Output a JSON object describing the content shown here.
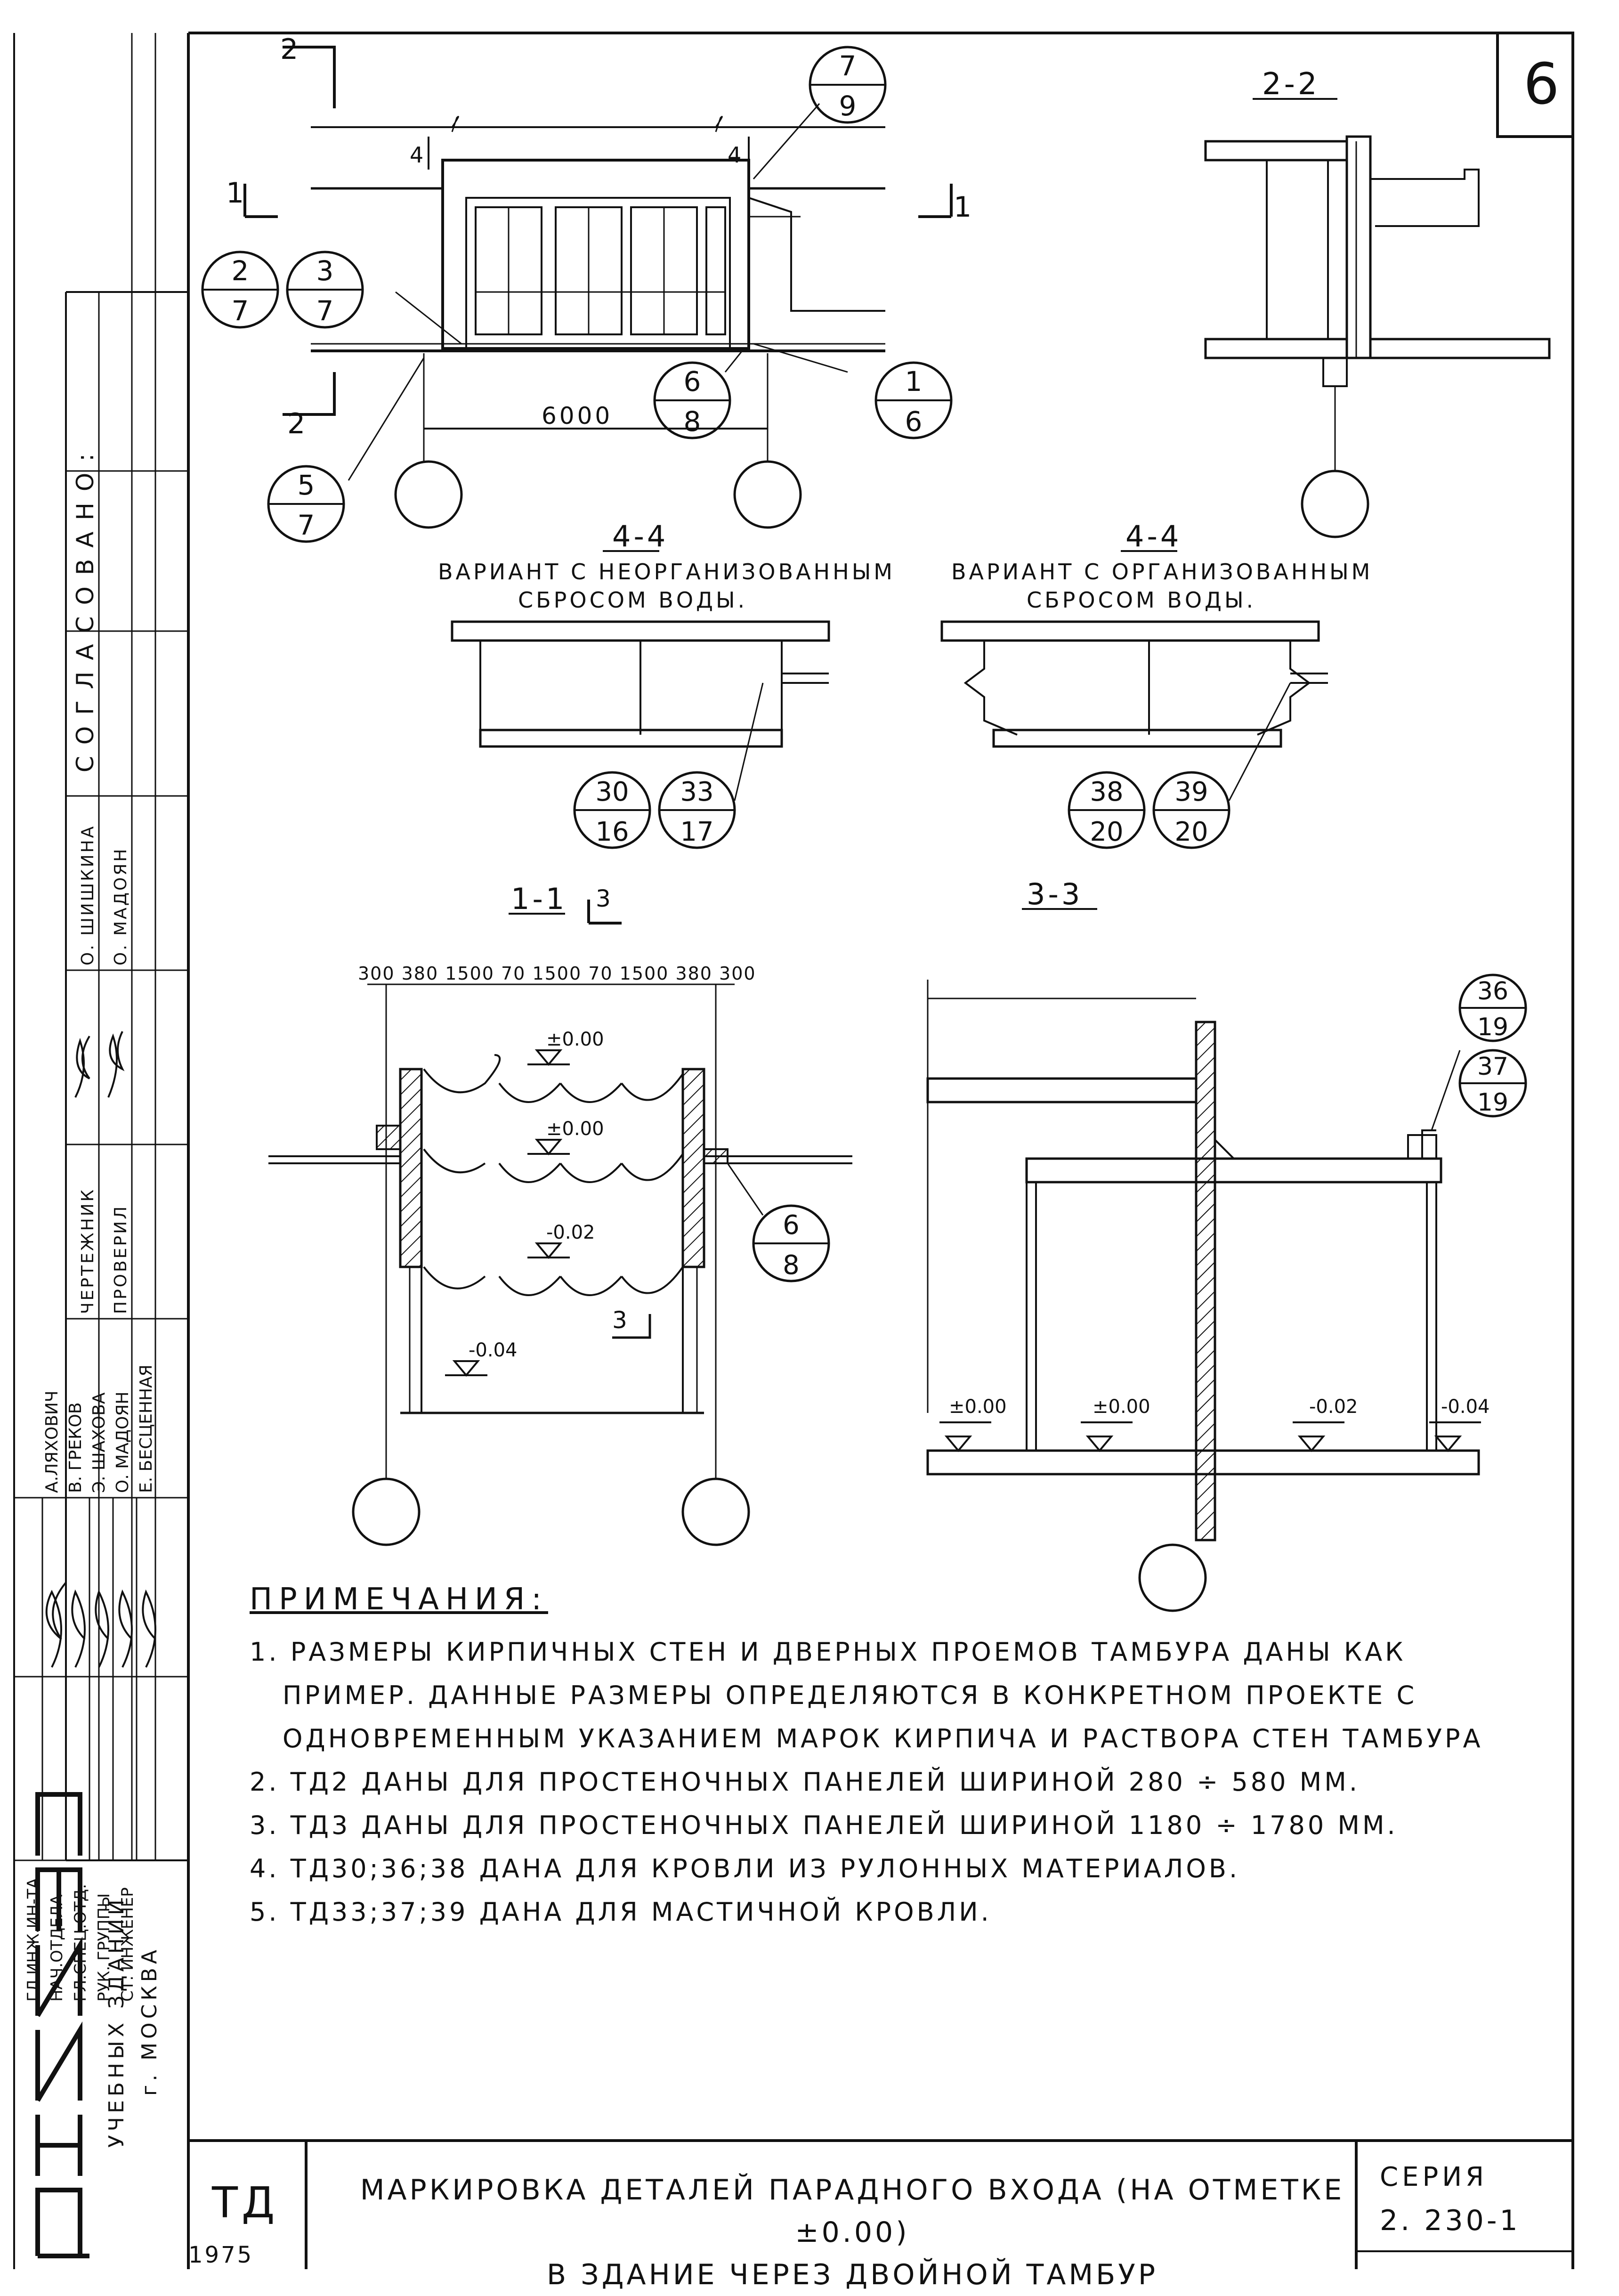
{
  "sheet_number": "6",
  "stamp_column": {
    "approved_header": "СОГЛАСОВАНО:",
    "approval_names": [
      "О. ШИШКИНА",
      "О. МАДОЯН"
    ],
    "roles_left": [
      "ЧЕРТЕЖНИК",
      "ПРОВЕРИЛ"
    ],
    "staff_rows": [
      {
        "role": "ГЛ.ИНЖ.ИН-ТА",
        "name": "А.ЛЯХОВИЧ"
      },
      {
        "role": "НАЧ.ОТДЕЛА",
        "name": "В. ГРЕКОВ"
      },
      {
        "role": "ГЛ.СПЕЦ.ОТД.",
        "name": "Э. ШАХОВА"
      },
      {
        "role": "РУК. ГРУППЫ",
        "name": "О. МАДОЯН"
      },
      {
        "role": "СТ. ИНЖЕНЕР",
        "name": "Е. БЕСЦЕННАЯ"
      }
    ]
  },
  "organization": {
    "logo": "ЦНИИЭП",
    "line1": "УЧЕБНЫХ ЗДАНИЙ",
    "line2": "г. МОСКВА"
  },
  "plan": {
    "section_mark_top": "2",
    "section_mark_bottom": "2",
    "section_mark_left": "1",
    "section_mark_right": "1",
    "dim_small_left": "4",
    "dim_small_right": "4",
    "width_dim": "6000",
    "callouts": [
      {
        "top": "7",
        "bottom": "9"
      },
      {
        "top": "2",
        "bottom": "7"
      },
      {
        "top": "3",
        "bottom": "7"
      },
      {
        "top": "6",
        "bottom": "8"
      },
      {
        "top": "1",
        "bottom": "6"
      },
      {
        "top": "5",
        "bottom": "7"
      }
    ]
  },
  "section_22": {
    "title": "2-2"
  },
  "section_44a": {
    "title": "4-4",
    "caption1": "ВАРИАНТ С НЕОРГАНИЗОВАННЫМ",
    "caption2": "СБРОСОМ ВОДЫ.",
    "callouts": [
      {
        "top": "30",
        "bottom": "16"
      },
      {
        "top": "33",
        "bottom": "17"
      }
    ]
  },
  "section_44b": {
    "title": "4-4",
    "caption1": "ВАРИАНТ С ОРГАНИЗОВАННЫМ",
    "caption2": "СБРОСОМ ВОДЫ.",
    "callouts": [
      {
        "top": "38",
        "bottom": "20"
      },
      {
        "top": "39",
        "bottom": "20"
      }
    ]
  },
  "section_11": {
    "title": "1-1",
    "marker": "3",
    "dims": "300 380 1500 70 1500 70 1500 380 300",
    "levels": [
      "±0.00",
      "±0.00",
      "-0.02",
      "-0.04"
    ],
    "marker_bottom": "3",
    "callout": {
      "top": "6",
      "bottom": "8"
    }
  },
  "section_33": {
    "title": "3-3",
    "levels": [
      "±0.00",
      "±0.00",
      "-0.02",
      "-0.04"
    ],
    "callouts": [
      {
        "top": "36",
        "bottom": "19"
      },
      {
        "top": "37",
        "bottom": "19"
      }
    ]
  },
  "notes": {
    "title": "ПРИМЕЧАНИЯ:",
    "items": [
      {
        "num": "1.",
        "lines": [
          "РАЗМЕРЫ КИРПИЧНЫХ СТЕН И ДВЕРНЫХ ПРОЕМОВ ТАМБУРА ДАНЫ КАК",
          "ПРИМЕР. ДАННЫЕ РАЗМЕРЫ ОПРЕДЕЛЯЮТСЯ В КОНКРЕТНОМ ПРОЕКТЕ С",
          "ОДНОВРЕМЕННЫМ УКАЗАНИЕМ МАРОК КИРПИЧА И РАСТВОРА СТЕН ТАМБУРА"
        ]
      },
      {
        "num": "2.",
        "lines": [
          "ТД2 ДАНЫ ДЛЯ ПРОСТЕНОЧНЫХ ПАНЕЛЕЙ ШИРИНОЙ 280 ÷ 580 ММ."
        ]
      },
      {
        "num": "3.",
        "lines": [
          "ТД3 ДАНЫ ДЛЯ ПРОСТЕНОЧНЫХ ПАНЕЛЕЙ ШИРИНОЙ 1180 ÷ 1780 ММ."
        ]
      },
      {
        "num": "4.",
        "lines": [
          "ТД30;36;38 ДАНА ДЛЯ КРОВЛИ ИЗ РУЛОННЫХ МАТЕРИАЛОВ."
        ]
      },
      {
        "num": "5.",
        "lines": [
          "ТД33;37;39 ДАНА ДЛЯ МАСТИЧНОЙ КРОВЛИ."
        ]
      }
    ]
  },
  "title_block": {
    "code": "ТД",
    "year": "1975",
    "title_line1": "МАРКИРОВКА ДЕТАЛЕЙ ПАРАДНОГО ВХОДА (НА ОТМЕТКЕ ±0.00)",
    "title_line2": "В ЗДАНИЕ ЧЕРЕЗ ДВОЙНОЙ ТАМБУР",
    "series_label": "СЕРИЯ",
    "series_number": "2. 230-1"
  }
}
